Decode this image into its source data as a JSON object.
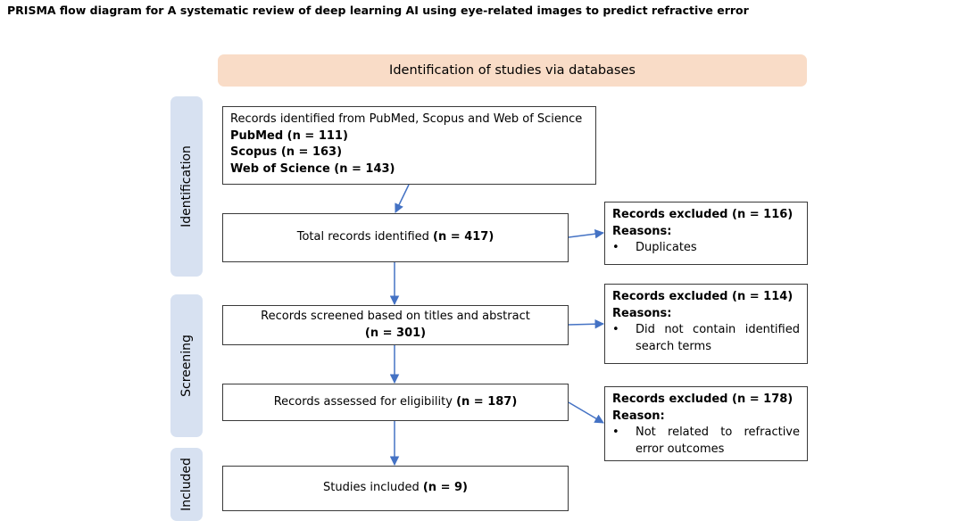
{
  "title": "PRISMA flow diagram for A systematic review of deep learning AI using eye-related images to predict refractive error",
  "banner": "Identification of studies via databases",
  "phases": {
    "identification": "Identification",
    "screening": "Screening",
    "included": "Included"
  },
  "identified": {
    "line1": "Records identified from PubMed, Scopus and Web of Science",
    "pubmed": "PubMed (n = 111)",
    "scopus": "Scopus (n = 163)",
    "wos": "Web of Science (n = 143)"
  },
  "total": {
    "text": "Total records identified ",
    "count": "(n = 417)"
  },
  "screened": {
    "text": "Records screened based on titles and abstract",
    "count": "(n = 301)"
  },
  "eligibility": {
    "text": "Records assessed for eligibility ",
    "count": "(n = 187)"
  },
  "included": {
    "text": "Studies included ",
    "count": "(n = 9)"
  },
  "excluded1": {
    "title": "Records excluded (n = 116)",
    "reasons": "Reasons:",
    "bullet": "•",
    "item": "Duplicates"
  },
  "excluded2": {
    "title": "Records excluded (n = 114)",
    "reasons": "Reasons:",
    "bullet": "•",
    "item": "Did not contain identified search terms"
  },
  "excluded3": {
    "title": "Records excluded (n = 178)",
    "reasons": "Reason:",
    "bullet": "•",
    "item": "Not related to refractive error outcomes"
  },
  "colors": {
    "banner": "#f9dcc7",
    "phase": "#d7e1f1",
    "arrow": "#4472c4"
  }
}
